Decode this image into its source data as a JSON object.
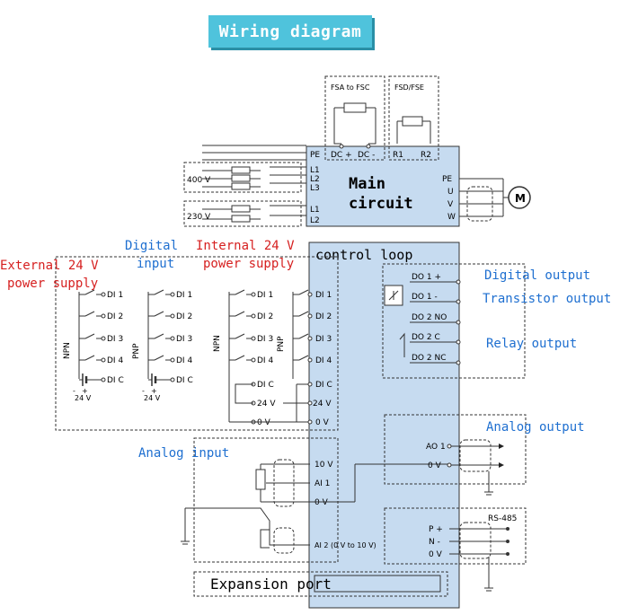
{
  "title": "Wiring diagram",
  "sections": {
    "main_circuit": "Main\ncircuit",
    "control_loop": "control loop",
    "expansion_port": "Expansion port",
    "digital_input": "Digital\ninput",
    "internal_24v": "Internal 24 V\npower supply",
    "external_24v": "External 24 V\npower supply",
    "analog_input": "Analog input",
    "digital_output": "Digital output",
    "transistor_output": "Transistor output",
    "relay_output": "Relay output",
    "analog_output": "Analog output"
  },
  "main_labels": {
    "fsa_fsc": "FSA to FSC",
    "fsd_fse": "FSD/FSE",
    "dc_plus": "DC +",
    "dc_minus": "DC -",
    "r1": "R1",
    "r2": "R2",
    "pe": "PE",
    "v400": "400 V",
    "v230": "230 V",
    "l1": "L1",
    "l2": "L2",
    "l3": "L3",
    "pe_out": "PE",
    "u": "U",
    "v": "V",
    "w": "W",
    "motor": "M"
  },
  "di_terms": [
    "DI 1",
    "DI 2",
    "DI 3",
    "DI 4"
  ],
  "dic": "DI C",
  "v24": "24 V",
  "v0": "0 V",
  "npn": "NPN",
  "pnp": "PNP",
  "plus": "+",
  "minus": "-",
  "do_terms": [
    "DO 1 +",
    "DO 1 -",
    "DO 2 NO",
    "DO 2 C",
    "DO 2 NC"
  ],
  "ai_terms": [
    "10 V",
    "AI 1",
    "0 V"
  ],
  "ai2": "AI 2 (0 V to 10 V)",
  "ao_terms": [
    "AO 1",
    "0 V"
  ],
  "rs485": "RS-485",
  "rs_terms": [
    "P +",
    "N -",
    "0 V"
  ]
}
